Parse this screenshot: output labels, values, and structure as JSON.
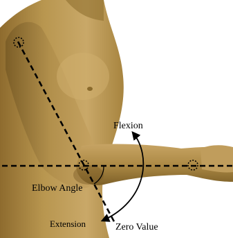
{
  "labels": {
    "flexion": "Flexion",
    "elbow_angle": "Elbow Angle",
    "extension": "Extension",
    "zero_value": "Zero Value"
  },
  "colors": {
    "skin_light": "#c8a565",
    "skin_mid": "#a9853f",
    "skin_dark": "#6e5422",
    "background": "#ffffff",
    "line": "#000000"
  },
  "markers": [
    "shoulder-joint-marker",
    "elbow-joint-marker",
    "wrist-joint-marker"
  ]
}
